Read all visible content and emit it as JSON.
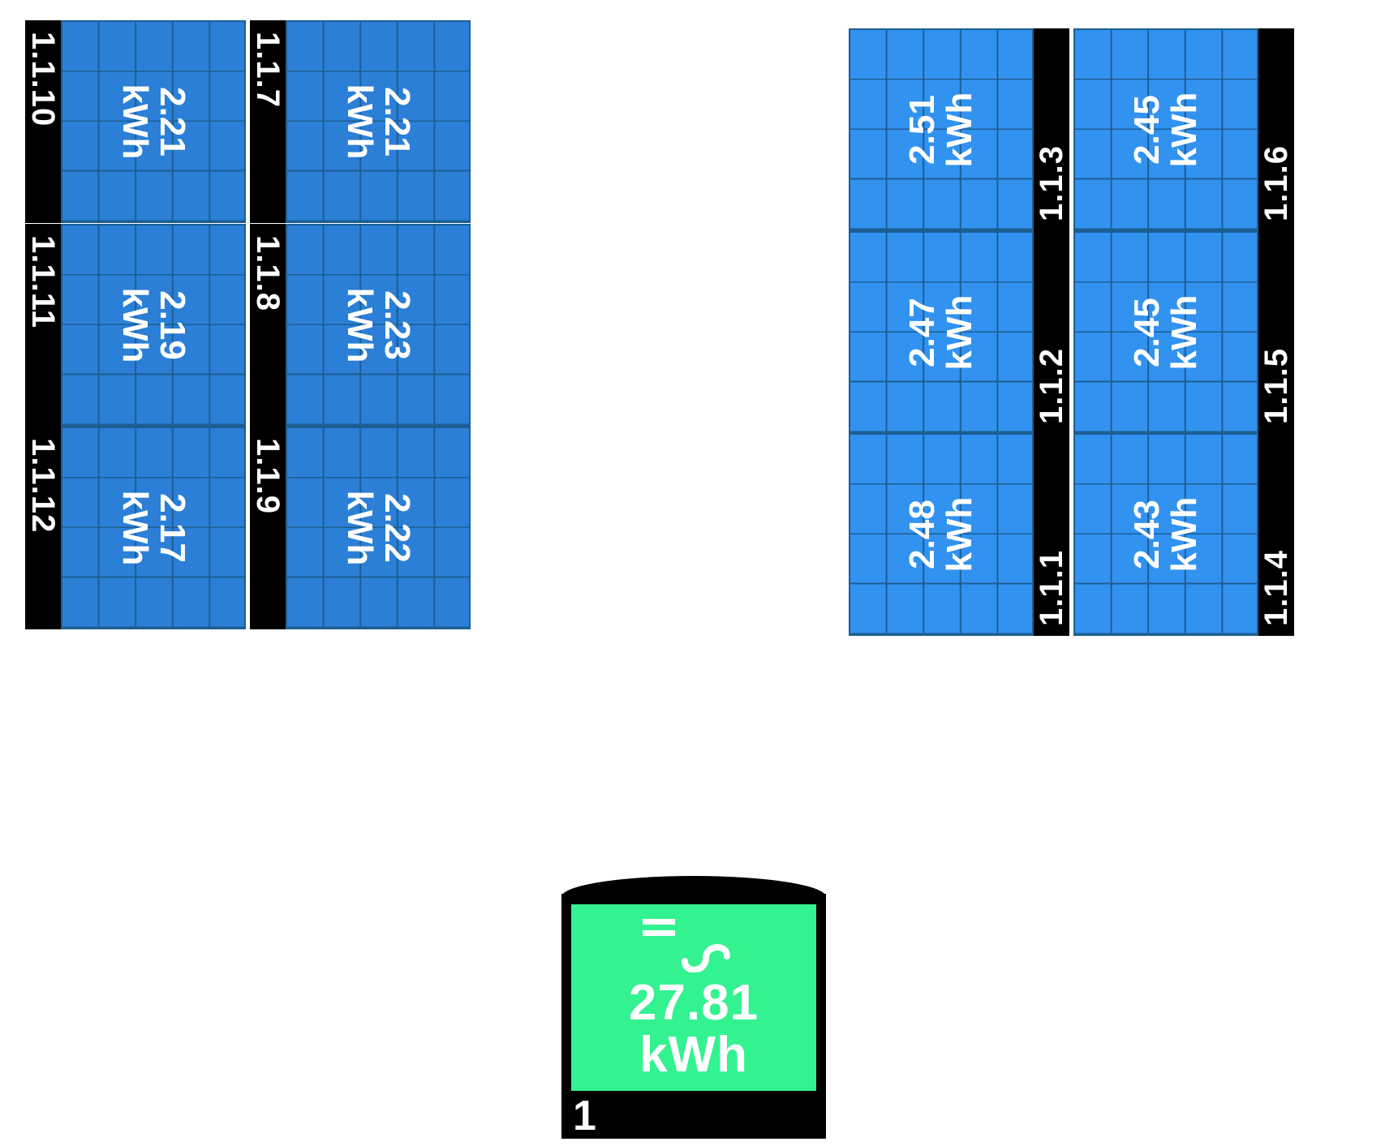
{
  "left_array": {
    "panels": [
      {
        "id": "1.1.10",
        "energy": "2.21",
        "unit": "kWh"
      },
      {
        "id": "1.1.7",
        "energy": "2.21",
        "unit": "kWh"
      },
      {
        "id": "1.1.11",
        "energy": "2.19",
        "unit": "kWh"
      },
      {
        "id": "1.1.8",
        "energy": "2.23",
        "unit": "kWh"
      },
      {
        "id": "1.1.12",
        "energy": "2.17",
        "unit": "kWh"
      },
      {
        "id": "1.1.9",
        "energy": "2.22",
        "unit": "kWh"
      }
    ]
  },
  "right_array": {
    "panels": [
      {
        "id": "1.1.3",
        "energy": "2.51",
        "unit": "kWh"
      },
      {
        "id": "1.1.6",
        "energy": "2.45",
        "unit": "kWh"
      },
      {
        "id": "1.1.2",
        "energy": "2.47",
        "unit": "kWh"
      },
      {
        "id": "1.1.5",
        "energy": "2.45",
        "unit": "kWh"
      },
      {
        "id": "1.1.1",
        "energy": "2.48",
        "unit": "kWh"
      },
      {
        "id": "1.1.4",
        "energy": "2.43",
        "unit": "kWh"
      }
    ]
  },
  "inverter": {
    "id": "1",
    "energy": "27.81",
    "unit": "kWh",
    "icon": "dc-ac-converter-icon"
  },
  "colors": {
    "left_panel": "#2b7fd6",
    "right_panel": "#3292f0",
    "inverter_screen": "#33f290",
    "label_strip": "#000000"
  }
}
